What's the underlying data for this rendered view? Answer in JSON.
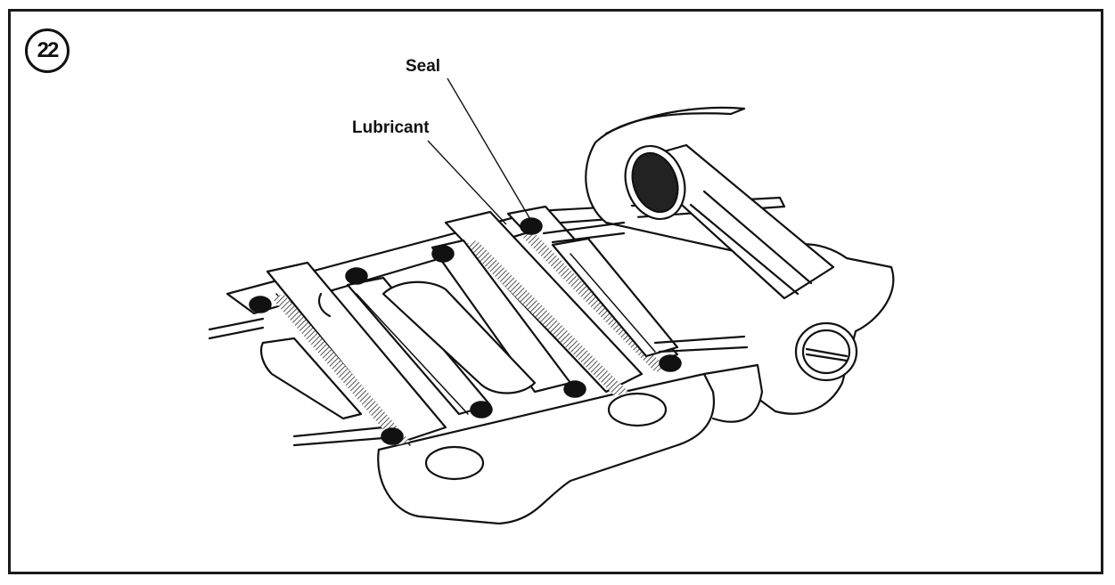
{
  "figure": {
    "number": "22",
    "labels": {
      "seal": "Seal",
      "lubricant": "Lubricant"
    }
  },
  "colors": {
    "ink": "#111111",
    "paper": "#ffffff",
    "lubricant_fill": "#8a8a8a",
    "seal_fill": "#111111"
  }
}
